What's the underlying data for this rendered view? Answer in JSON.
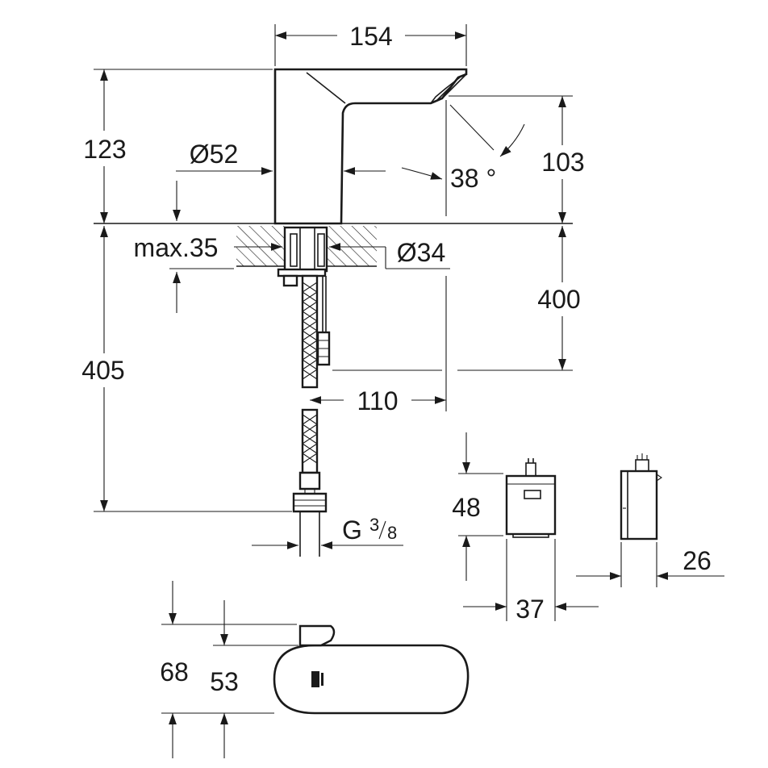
{
  "dimensions": {
    "width_154": "154",
    "height_123": "123",
    "diameter_52": "Ø52",
    "angle_38": "38 °",
    "height_103": "103",
    "max_35": "max.35",
    "diameter_34": "Ø34",
    "height_400": "400",
    "height_405": "405",
    "width_110": "110",
    "thread_g": "G",
    "thread_num": "3",
    "thread_den": "8",
    "box_48": "48",
    "box_37": "37",
    "box_26": "26",
    "top_68": "68",
    "top_53": "53"
  },
  "colors": {
    "line": "#1a1a1a",
    "background": "#ffffff"
  }
}
